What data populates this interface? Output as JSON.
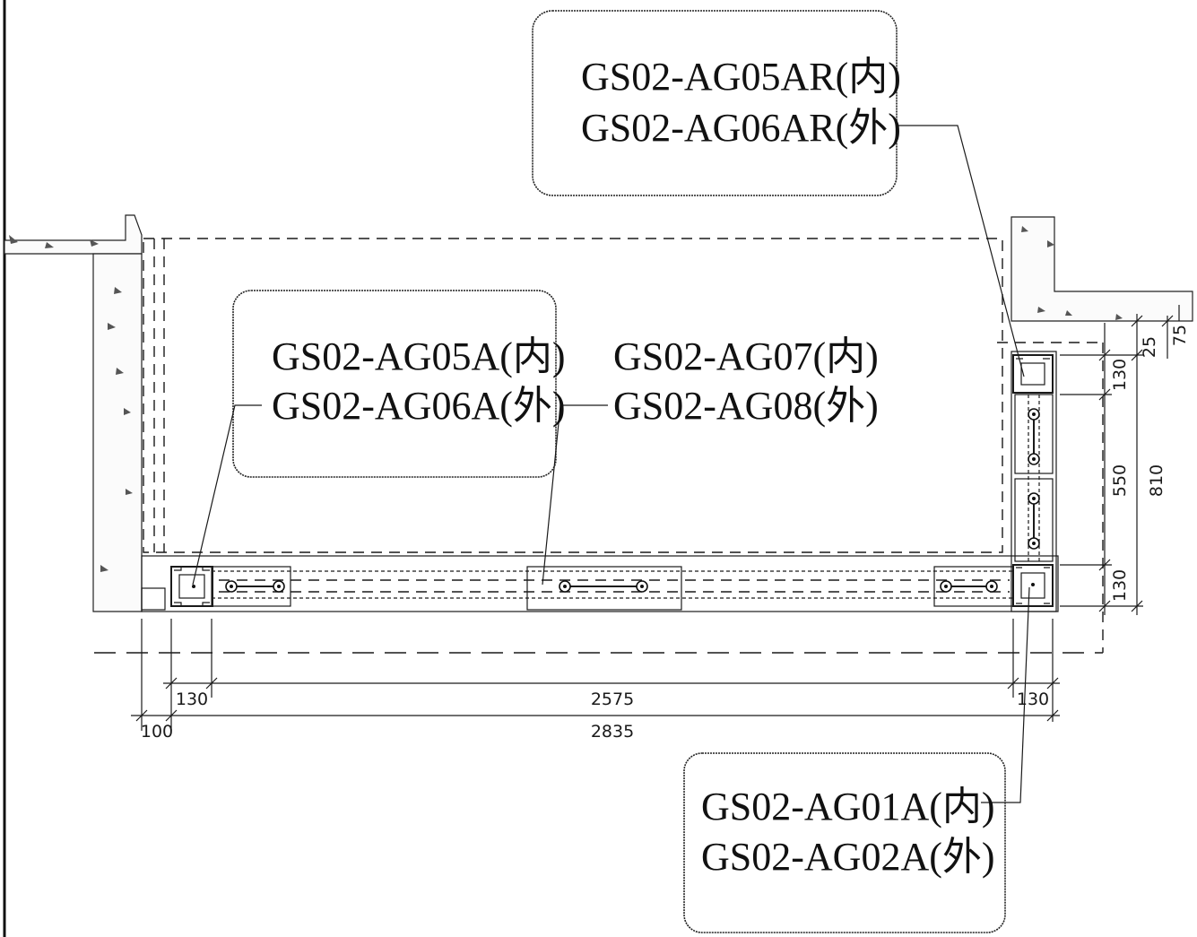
{
  "drawing": {
    "callouts": [
      {
        "id": "top-right",
        "line1": "GS02-AG05AR(内)",
        "line2": "GS02-AG06AR(外)"
      },
      {
        "id": "left",
        "line1": "GS02-AG05A(内)",
        "line2": "GS02-AG06A(外)"
      },
      {
        "id": "middle",
        "line1": "GS02-AG07(内)",
        "line2": "GS02-AG08(外)"
      },
      {
        "id": "bottom-right",
        "line1": "GS02-AG01A(内)",
        "line2": "GS02-AG02A(外)"
      }
    ],
    "dimensions": {
      "horizontal": {
        "post_left": "130",
        "span": "2575",
        "post_right": "130",
        "offset_left": "100",
        "overall": "2835"
      },
      "vertical": {
        "top_offset_a": "25",
        "top_offset_b": "75",
        "post_top": "130",
        "span": "550",
        "post_bottom": "130",
        "overall": "810"
      }
    }
  }
}
